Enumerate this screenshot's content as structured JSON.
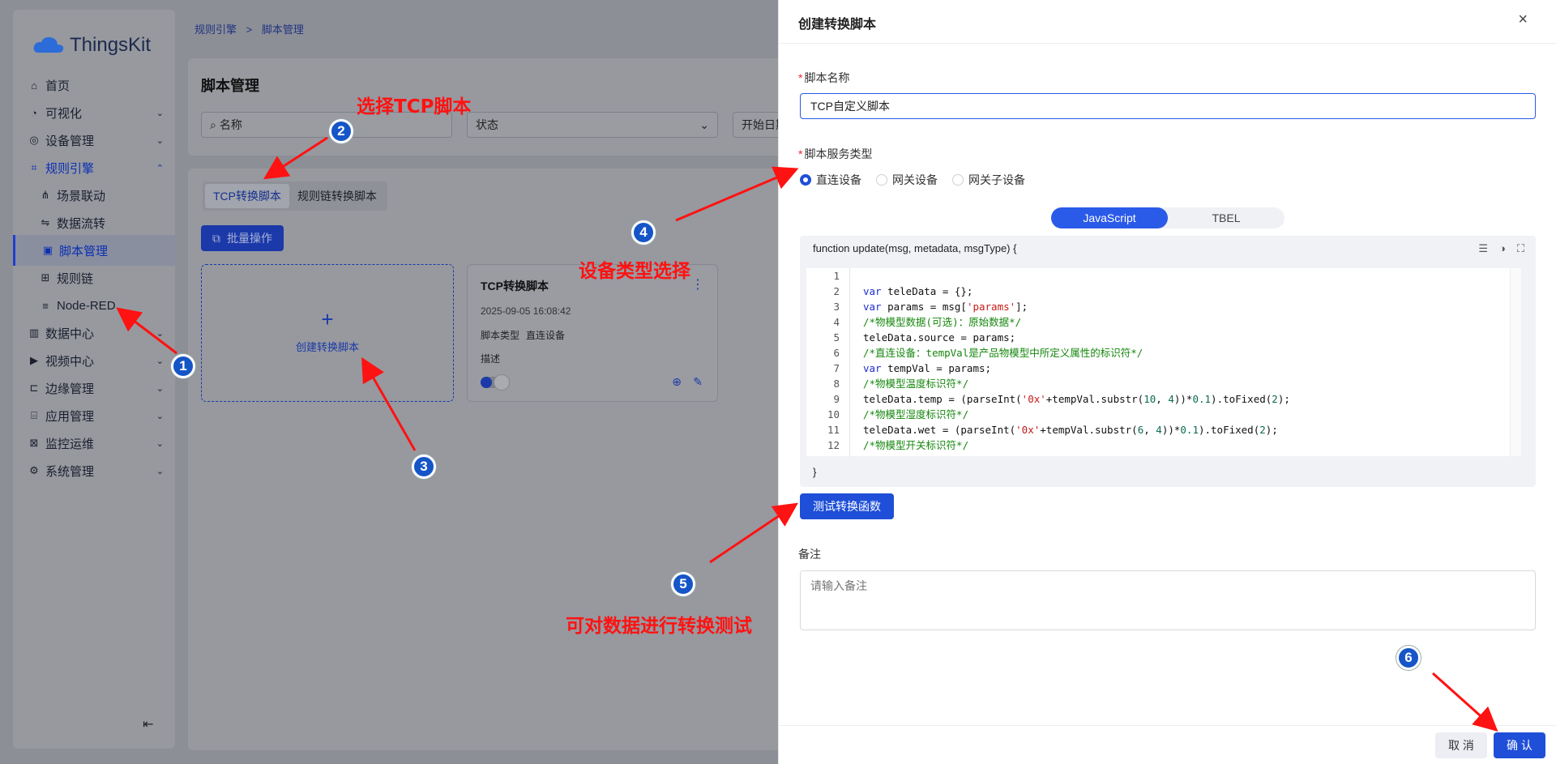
{
  "app": {
    "logo": "ThingsKit"
  },
  "sidebar": {
    "items": [
      {
        "label": "首页",
        "icon": "home-icon"
      },
      {
        "label": "可视化",
        "icon": "dashboard-icon"
      },
      {
        "label": "设备管理",
        "icon": "device-icon"
      },
      {
        "label": "规则引擎",
        "icon": "rule-engine-icon"
      },
      {
        "label": "场景联动",
        "icon": "scene-icon"
      },
      {
        "label": "数据流转",
        "icon": "flow-icon"
      },
      {
        "label": "脚本管理",
        "icon": "script-icon"
      },
      {
        "label": "规则链",
        "icon": "rule-chain-icon"
      },
      {
        "label": "Node-RED",
        "icon": "node-red-icon"
      },
      {
        "label": "数据中心",
        "icon": "data-center-icon"
      },
      {
        "label": "视频中心",
        "icon": "video-icon"
      },
      {
        "label": "边缘管理",
        "icon": "edge-icon"
      },
      {
        "label": "应用管理",
        "icon": "app-icon"
      },
      {
        "label": "监控运维",
        "icon": "monitor-icon"
      },
      {
        "label": "系统管理",
        "icon": "settings-icon"
      }
    ]
  },
  "breadcrumb": {
    "parent": "规则引擎",
    "sep": ">",
    "current": "脚本管理"
  },
  "page": {
    "title": "脚本管理",
    "filters": {
      "name_placeholder": "名称",
      "status_placeholder": "状态",
      "date_placeholder": "开始日期"
    },
    "tabs": [
      "TCP转换脚本",
      "规则链转换脚本"
    ],
    "bulk_label": "批量操作",
    "create_label": "创建转换脚本",
    "card": {
      "title": "TCP转换脚本",
      "time": "2025-09-05 16:08:42",
      "type_label": "脚本类型",
      "type_value": "直连设备",
      "desc_label": "描述"
    }
  },
  "annotations": {
    "a1": "1",
    "a2": "2",
    "a3": "3",
    "a4": "4",
    "a5": "5",
    "a6": "6",
    "t2": "选择TCP脚本",
    "t4": "设备类型选择",
    "t5": "可对数据进行转换测试",
    "color": "#ff1212"
  },
  "drawer": {
    "title": "创建转换脚本",
    "name_label": "脚本名称",
    "name_value": "TCP自定义脚本",
    "service_label": "脚本服务类型",
    "radios": [
      "直连设备",
      "网关设备",
      "网关子设备"
    ],
    "lang_tabs": [
      "JavaScript",
      "TBEL"
    ],
    "fn_header": "function update(msg, metadata, msgType) {",
    "fn_footer": "}",
    "line_numbers": [
      "1",
      "2",
      "3",
      "4",
      "5",
      "6",
      "7",
      "8",
      "9",
      "10",
      "11",
      "12"
    ],
    "test_label": "测试转换函数",
    "remark_label": "备注",
    "remark_placeholder": "请输入备注",
    "cancel_label": "取 消",
    "confirm_label": "确 认"
  },
  "code_lines": [
    "",
    "var teleData = {};",
    "var params = msg['params'];",
    "/*物模型数据(可选)：原始数据*/",
    "teleData.source = params;",
    "/*直连设备：tempVal是产品物模型中所定义属性的标识符*/",
    "var tempVal = params;",
    "/*物模型温度标识符*/",
    "teleData.temp = (parseInt('0x'+tempVal.substr(10, 4))*0.1).toFixed(2);",
    "/*物模型湿度标识符*/",
    "teleData.wet = (parseInt('0x'+tempVal.substr(6, 4))*0.1).toFixed(2);",
    "/*物模型开关标识符*/"
  ],
  "colors": {
    "accent": "#1f4fd8",
    "annotation": "#ff1212",
    "badge": "#1655c7"
  }
}
